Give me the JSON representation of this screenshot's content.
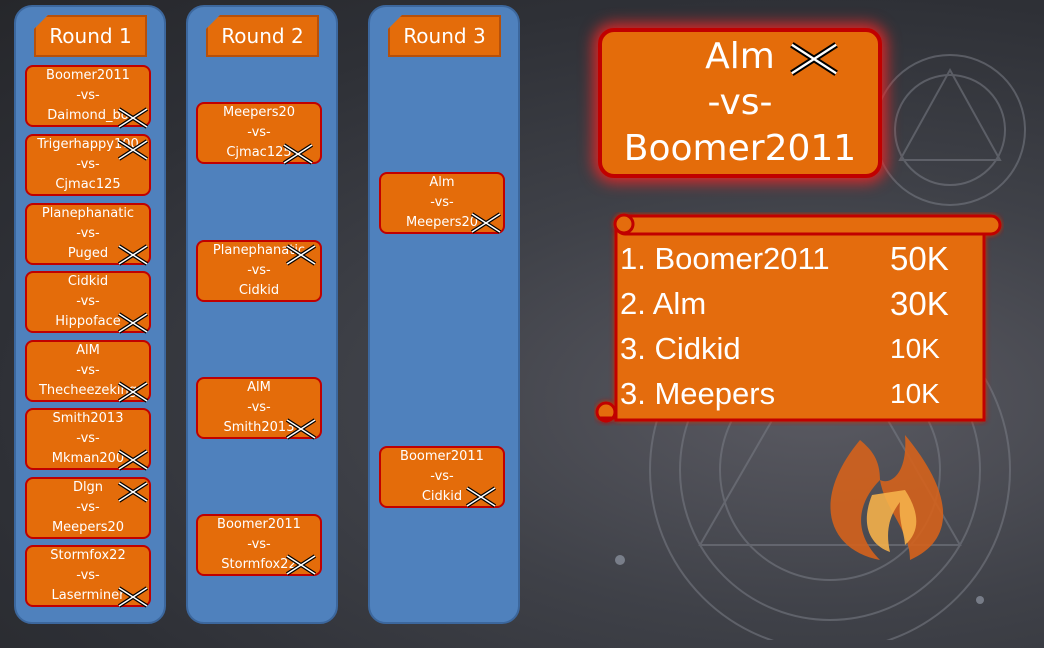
{
  "rounds": [
    {
      "label": "Round 1"
    },
    {
      "label": "Round 2"
    },
    {
      "label": "Round 3"
    }
  ],
  "r1": [
    {
      "p1": "Boomer2011",
      "vs": "-vs-",
      "p2": "Daimond_bo"
    },
    {
      "p1": "Trigerhappy100",
      "vs": "-vs-",
      "p2": "Cjmac125"
    },
    {
      "p1": "Planephanatic",
      "vs": "-vs-",
      "p2": "Puged"
    },
    {
      "p1": "Cidkid",
      "vs": "-vs-",
      "p2": "Hippoface"
    },
    {
      "p1": "AlM",
      "vs": "-vs-",
      "p2": "Thecheezeking"
    },
    {
      "p1": "Smith2013",
      "vs": "-vs-",
      "p2": "Mkman200"
    },
    {
      "p1": "Dlgn",
      "vs": "-vs-",
      "p2": "Meepers20"
    },
    {
      "p1": "Stormfox22",
      "vs": "-vs-",
      "p2": "Laserminer"
    }
  ],
  "r2": [
    {
      "p1": "Meepers20",
      "vs": "-vs-",
      "p2": "Cjmac125"
    },
    {
      "p1": "Planephanatic",
      "vs": "-vs-",
      "p2": "Cidkid"
    },
    {
      "p1": "AlM",
      "vs": "-vs-",
      "p2": "Smith2013"
    },
    {
      "p1": "Boomer2011",
      "vs": "-vs-",
      "p2": "Stormfox22"
    }
  ],
  "r3": [
    {
      "p1": "Alm",
      "vs": "-vs-",
      "p2": "Meepers20"
    },
    {
      "p1": "Boomer2011",
      "vs": "-vs-",
      "p2": "Cidkid"
    }
  ],
  "final": {
    "p1": "Alm",
    "vs": "-vs-",
    "p2": "Boomer2011"
  },
  "prizes": [
    {
      "place": "1. Boomer2011",
      "amount": "50K"
    },
    {
      "place": "2. Alm",
      "amount": "30K"
    },
    {
      "place": "3. Cidkid",
      "amount": "10K"
    },
    {
      "place": "3. Meepers",
      "amount": "10K"
    }
  ],
  "colors": {
    "column": "#4f81bd",
    "box": "#e46c0a",
    "border": "#c00000"
  }
}
